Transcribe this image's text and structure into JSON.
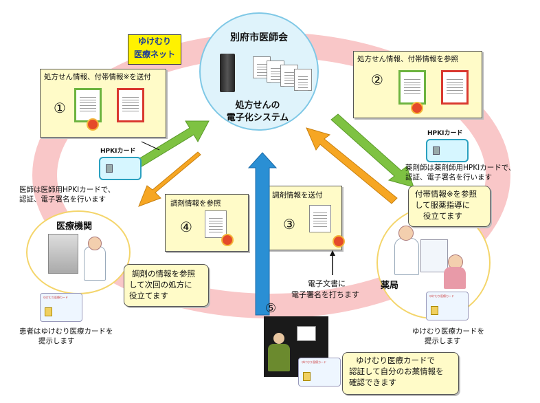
{
  "center": {
    "title": "別府市医師会",
    "system_line1": "処方せんの",
    "system_line2": "電子化システム"
  },
  "network_label": {
    "line1": "ゆけむり",
    "line2": "医療ネット"
  },
  "step1": {
    "number": "①",
    "text": "処方せん情報、付帯情報※を送付"
  },
  "step2": {
    "number": "②",
    "text": "処方せん情報、付帯情報を参照"
  },
  "step3": {
    "number": "③",
    "text": "調剤情報を送付"
  },
  "step4": {
    "number": "④",
    "text": "調剤情報を参照"
  },
  "step5": {
    "number": "⑤"
  },
  "hpki_left": "HPKIカード",
  "hpki_right": "HPKIカード",
  "doctor_note": {
    "line1": "医師は医師用HPKIカードで、",
    "line2": "認証、電子署名を行います"
  },
  "pharmacist_note": {
    "line1": "薬剤師は薬剤師用HPKIカードで、",
    "line2": "認証、電子署名を行います"
  },
  "esign_note": {
    "line1": "電子文書に",
    "line2": "電子署名を打ちます"
  },
  "hospital": {
    "label": "医療機関"
  },
  "hospital_bubble": {
    "line1": "調剤の情報を参照",
    "line2": "して次回の処方に",
    "line3": "役立てます"
  },
  "patient_left": {
    "line1": "患者はゆけむり医療カードを",
    "line2": "提示します"
  },
  "pharmacy": {
    "label": "薬局"
  },
  "pharmacy_bubble": {
    "line1": "付帯情報※を参照",
    "line2": "して服薬指導に",
    "line3": "役立てます"
  },
  "patient_right": {
    "line1": "ゆけむり医療カードを",
    "line2": "提示します"
  },
  "patient_bubble": {
    "line1": "ゆけむり医療カードで",
    "line2": "認証して自分のお薬情報を",
    "line3": "確認できます"
  },
  "colors": {
    "ring": "#f9c7c8",
    "green_arrow": "#7ec242",
    "orange_arrow": "#f6a623",
    "blue_arrow": "#2a8fd4",
    "label_box": "#fff200"
  },
  "icons": [
    "server-icon",
    "document-icon",
    "seal-icon",
    "hpki-card-icon",
    "medical-card-icon",
    "hospital-building-icon",
    "doctor-icon",
    "pharmacist-icon",
    "patient-computer-icon"
  ]
}
